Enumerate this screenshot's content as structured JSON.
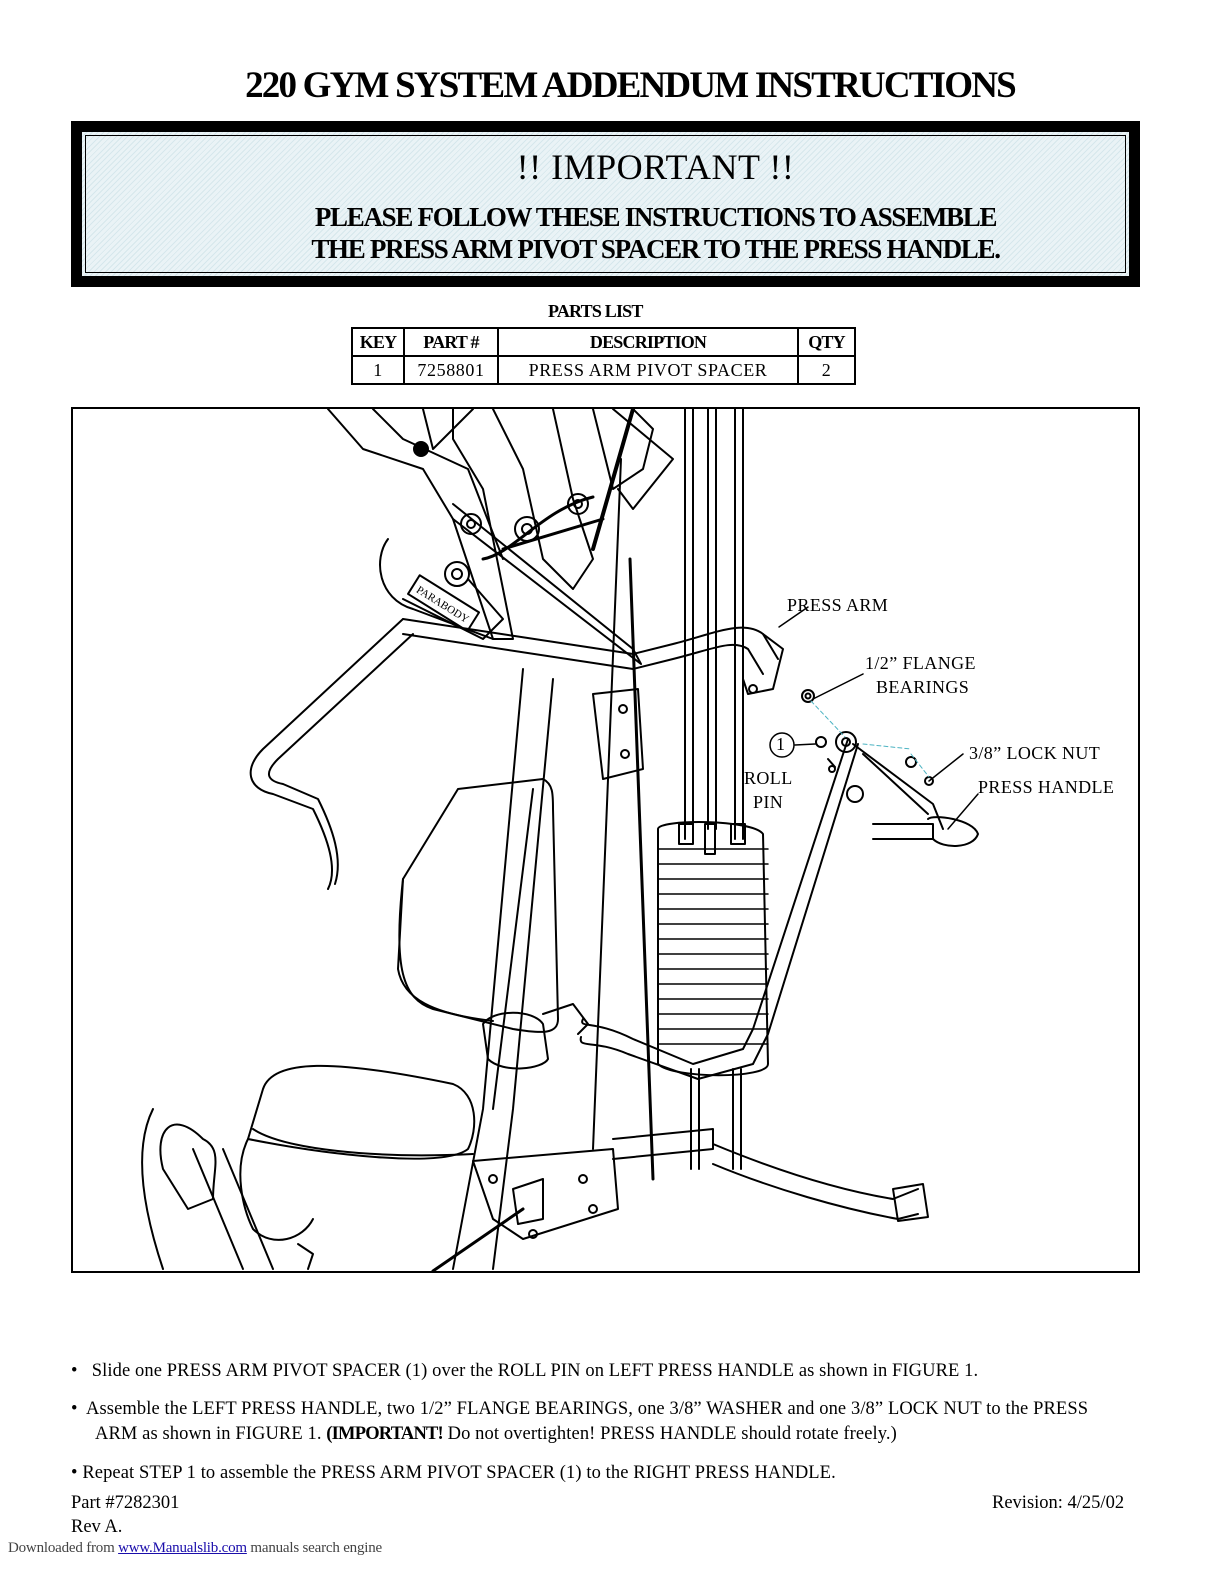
{
  "title": "220 GYM SYSTEM ADDENDUM INSTRUCTIONS",
  "important": {
    "heading": "!! IMPORTANT !!",
    "line1": "PLEASE FOLLOW THESE INSTRUCTIONS TO ASSEMBLE",
    "line2": "THE PRESS ARM PIVOT SPACER TO THE PRESS HANDLE."
  },
  "parts_list": {
    "title": "PARTS LIST",
    "headers": [
      "KEY",
      "PART #",
      "DESCRIPTION",
      "QTY"
    ],
    "rows": [
      [
        "1",
        "7258801",
        "PRESS ARM PIVOT SPACER",
        "2"
      ]
    ]
  },
  "figure": {
    "labels": {
      "press_arm": "PRESS ARM",
      "flange_line1": "1/2” FLANGE",
      "flange_line2": "BEARINGS",
      "lock_nut": "3/8” LOCK NUT",
      "press_handle": "PRESS HANDLE",
      "roll_line1": "ROLL",
      "roll_line2": "PIN",
      "key_callout": "1",
      "logo_text": "PARABODY"
    }
  },
  "instructions": [
    {
      "text": "Slide one PRESS ARM PIVOT SPACER (1) over the ROLL PIN on LEFT PRESS HANDLE as shown in FIGURE 1."
    },
    {
      "text_a": "Assemble the LEFT PRESS HANDLE, two 1/2” FLANGE BEARINGS, one 3/8” WASHER and one 3/8” LOCK NUT to the PRESS",
      "text_b": "ARM as shown in FIGURE 1. ",
      "bold": "(IMPORTANT!",
      "text_c": "  Do not overtighten! PRESS HANDLE should rotate freely.)"
    },
    {
      "text": "Repeat STEP 1  to assemble the PRESS ARM PIVOT SPACER (1) to the RIGHT PRESS HANDLE."
    }
  ],
  "bullet_char": "•",
  "footer": {
    "part": "Part  #7282301",
    "rev": "Rev A.",
    "revision": "Revision:  4/25/02"
  },
  "download": {
    "prefix": "Downloaded from ",
    "link": "www.Manualslib.com",
    "suffix": " manuals search engine"
  }
}
